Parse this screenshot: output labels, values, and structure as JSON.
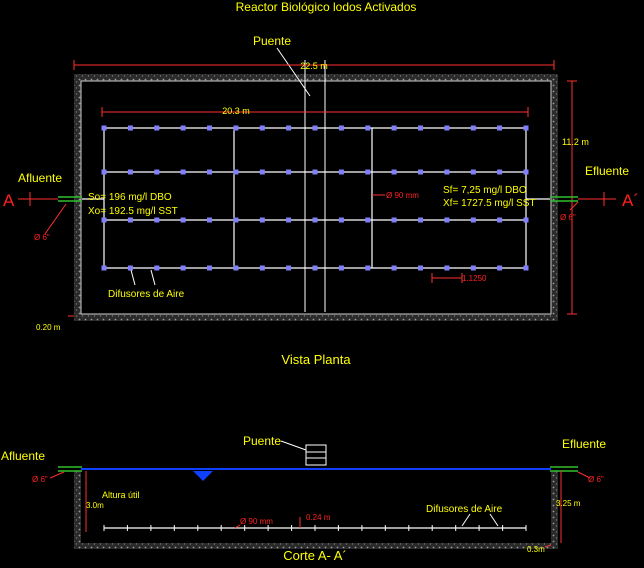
{
  "title": "Reactor Biológico lodos Activados",
  "plan": {
    "puente": "Puente",
    "dim_total": "22.5 m",
    "dim_inner": "20.3 m",
    "dim_height": "11.2 m",
    "afluente": "Afluente",
    "efluente": "Efluente",
    "section_left": "A",
    "section_right": "A´",
    "pipe_left": "Ø 6\"",
    "pipe_right": "Ø 6\"",
    "so": "So= 196 mg/l DBO",
    "xo": "Xo= 192.5 mg/l SST",
    "sf": "Sf= 7,25 mg/l DBO",
    "xf": "Xf= 1727.5 mg/l SST",
    "pipe_90": "Ø 90 mm",
    "spacing": "1.1250",
    "difusores": "Difusores de Aire",
    "wall": "0.20 m",
    "view_label": "Vista Planta"
  },
  "section": {
    "puente": "Puente",
    "afluente": "Afluente",
    "efluente": "Efluente",
    "pipe_left": "Ø 6\"",
    "pipe_right": "Ø 6\"",
    "altura": "Altura útil",
    "depth_left": "3.0m",
    "depth_right": "3.25 m",
    "pipe_90": "Ø 90 mm",
    "dim_024": "0.24 m",
    "difusores": "Difusores de Aire",
    "dim_03": "0.3m",
    "view_label": "Corte A- A´"
  },
  "colors": {
    "background": "#000000",
    "text_yellow": "#ffff00",
    "text_red": "#ff2020",
    "dim_line": "#ff3030",
    "concrete": "#8a8a8a",
    "pipe_white": "#ffffff",
    "diffuser": "#8080ff",
    "water": "#1040ff",
    "pipe_green": "#30c030"
  }
}
